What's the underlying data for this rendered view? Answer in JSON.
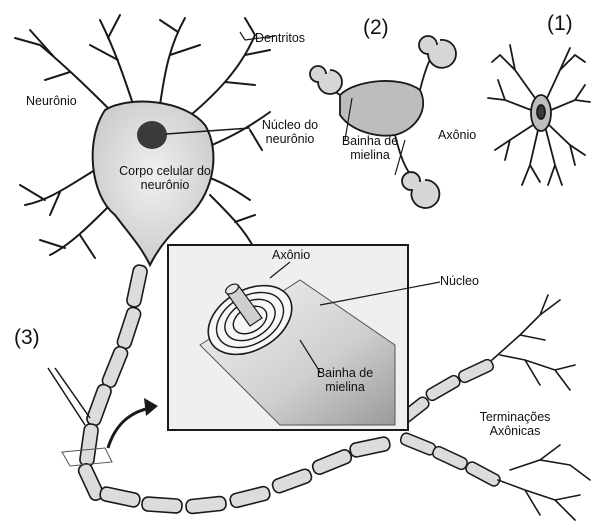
{
  "labels": {
    "dentritos": "Dentritos",
    "num2": "(2)",
    "num1": "(1)",
    "neuronio": "Neurônio",
    "nucleo_do_neuronio_l1": "Núcleo do",
    "nucleo_do_neuronio_l2": "neurônio",
    "corpo_celular_l1": "Corpo celular do",
    "corpo_celular_l2": "neurônio",
    "bainha_top_l1": "Bainha de",
    "bainha_top_l2": "mielina",
    "axonio_top": "Axônio",
    "axonio_inset": "Axônio",
    "nucleo_inset": "Núcleo",
    "num3": "(3)",
    "bainha_inset_l1": "Bainha de",
    "bainha_inset_l2": "mielina",
    "terminacoes_l1": "Terminações",
    "terminacoes_l2": "Axônicas"
  },
  "colors": {
    "ink": "#1a1a1a",
    "cell_fill": "#d6d6d6",
    "nucleus": "#3a3a3a",
    "inset_bg": "#efefef"
  }
}
